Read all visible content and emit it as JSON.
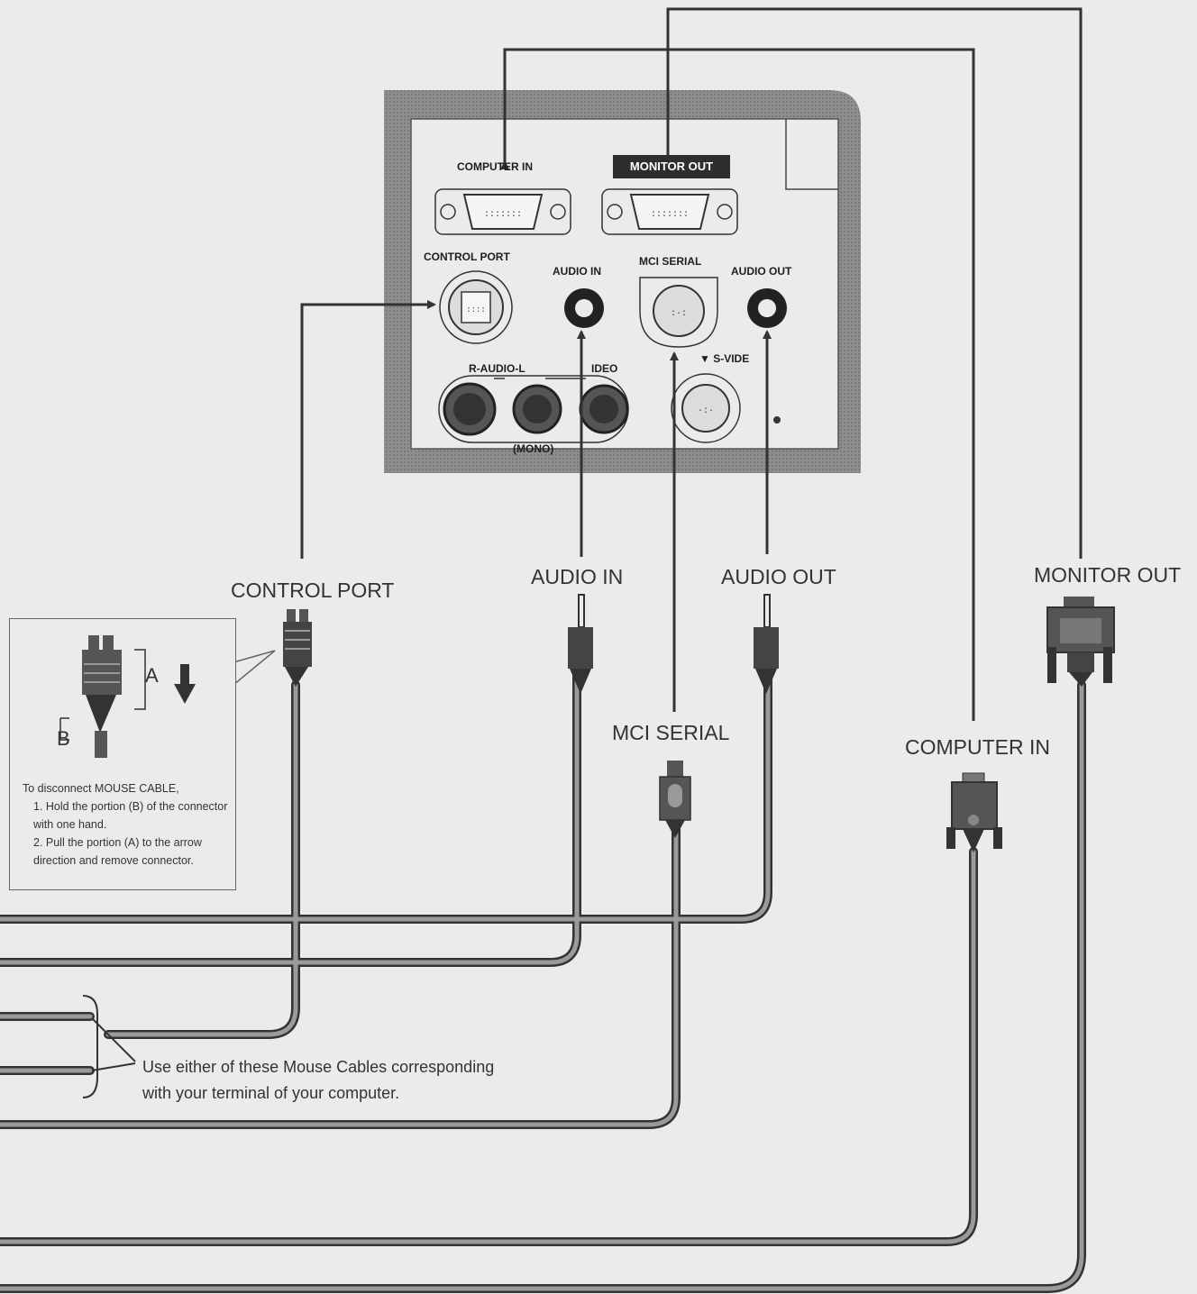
{
  "panel": {
    "computer_in": "COMPUTER IN",
    "monitor_out": "MONITOR OUT",
    "control_port": "CONTROL PORT",
    "audio_in": "AUDIO IN",
    "mci_serial": "MCI SERIAL",
    "audio_out": "AUDIO OUT",
    "r_audio_l": "R-AUDIO-L",
    "video": "IDEO",
    "s_video": "▼ S-VIDE",
    "mono": "(MONO)"
  },
  "cables": {
    "control_port": "CONTROL PORT",
    "audio_in": "AUDIO IN",
    "audio_out": "AUDIO OUT",
    "monitor_out": "MONITOR OUT",
    "mci_serial": "MCI SERIAL",
    "computer_in": "COMPUTER IN"
  },
  "note": {
    "label_a": "A",
    "label_b": "B",
    "line1": "To disconnect MOUSE CABLE,",
    "line2": "1. Hold the portion (B) of the connector with one hand.",
    "line3": "2. Pull the portion (A) to the arrow direction and remove connector."
  },
  "mouse_cable_note": {
    "line1": "Use either of these Mouse Cables corresponding",
    "line2": "with your terminal of your computer."
  }
}
